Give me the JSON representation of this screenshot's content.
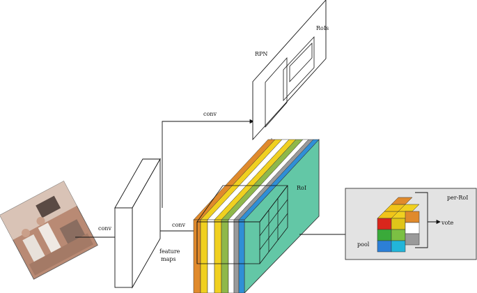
{
  "labels": {
    "conv_input": "conv",
    "conv_top": "conv",
    "conv_mid": "conv",
    "feature_maps_line1": "feature",
    "feature_maps_line2": "maps",
    "rpn": "RPN",
    "rois": "RoIs",
    "roi": "RoI",
    "per_roi": "per-RoI",
    "vote": "vote",
    "pool": "pool"
  },
  "colors": {
    "score_map_face": "#63c7a6",
    "score_map_layers": [
      "#e08a2c",
      "#f0d020",
      "#ffffff",
      "#f0d020",
      "#8fb84a",
      "#ffffff",
      "#9a9a9a",
      "#2f8fd6"
    ],
    "voting_panel_bg": "#e3e3e3",
    "vote_cube_rows": [
      "#d9261c",
      "#3aaa3a",
      "#2c7fd6"
    ],
    "vote_cube_top": [
      "#f0c419",
      "#e08a2c"
    ]
  },
  "icons": [
    "photo-image-icon"
  ]
}
